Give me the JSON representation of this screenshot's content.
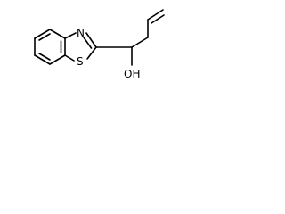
{
  "molecule": {
    "atoms": {
      "nitrogen": "N",
      "sulfur": "S",
      "hydroxyl": "OH"
    },
    "colors": {
      "bond": "#000000",
      "background": "#ffffff"
    }
  }
}
